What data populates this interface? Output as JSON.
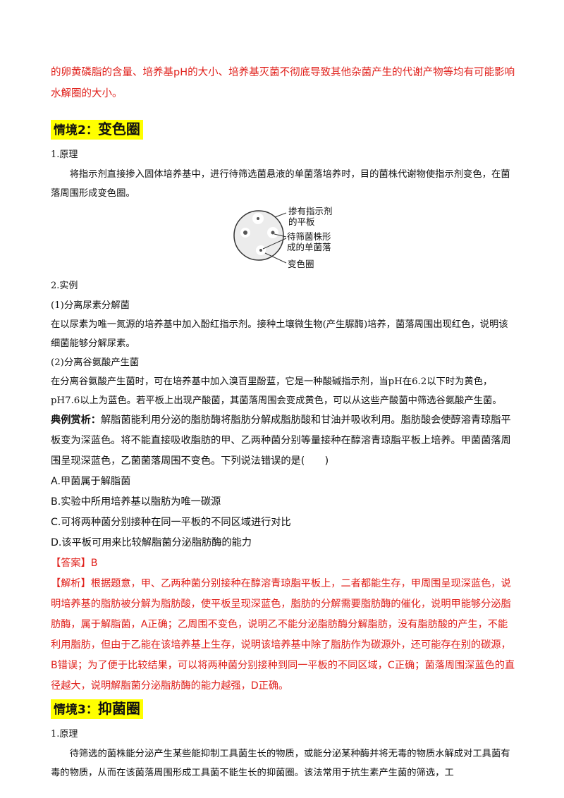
{
  "intro": "的卵黄磷脂的含量、培养基pH的大小、培养基灭菌不彻底导致其他杂菌产生的代谢产物等均有可能影响水解圈的大小。",
  "section2": {
    "title_prefix": "情境2：",
    "title_main": "变色圈",
    "principle_label": "1.原理",
    "principle_text": "将指示剂直接掺入固体培养基中，进行待筛选菌悬液的单菌落培养时，目的菌株代谢物使指示剂变色，在菌落周围形成变色圈。",
    "figure": {
      "label_plate_1": "掺有指示剂",
      "label_plate_2": "的平板",
      "label_colony_1": "待筛菌株形",
      "label_colony_2": "成的单菌落",
      "label_ring": "变色圈"
    },
    "example_label": "2.实例",
    "ex1_title": "(1)分离尿素分解菌",
    "ex1_text": "在以尿素为唯一氮源的培养基中加入酚红指示剂。接种土壤微生物(产生脲酶)培养，菌落周围出现红色，说明该细菌能够分解尿素。",
    "ex2_title": "(2)分离谷氨酸产生菌",
    "ex2_text": "在分离谷氨酸产生菌时，可在培养基中加入溴百里酚蓝，它是一种酸碱指示剂，当pH在6.2以下时为黄色，pH7.6以上为蓝色。若平板上出现产酸菌，其菌落周围会变成黄色，可以从这些产酸菌中筛选谷氨酸产生菌。",
    "question_lead": "典例赏析：",
    "question_text": "解脂菌能利用分泌的脂肪酶将脂肪分解成脂肪酸和甘油并吸收利用。脂肪酸会使醇溶青琼脂平板变为深蓝色。将不能直接吸收脂肪的甲、乙两种菌分别等量接种在醇溶青琼脂平板上培养。甲菌菌落周围呈现深蓝色，乙菌菌落周围不变色。下列说法错误的是(　　)",
    "options": [
      "A.甲菌属于解脂菌",
      "B.实验中所用培养基以脂肪为唯一碳源",
      "C.可将两种菌分别接种在同一平板的不同区域进行对比",
      "D.该平板可用来比较解脂菌分泌脂肪酶的能力"
    ],
    "answer": "【答案】B",
    "analysis": "【解析】根据题意，甲、乙两种菌分别接种在醇溶青琼脂平板上，二者都能生存，甲周围呈现深蓝色，说明培养基的脂肪被分解为脂肪酸，使平板呈现深蓝色，脂肪的分解需要脂肪酶的催化，说明甲能够分泌脂肪酶，属于解脂菌，A正确；乙周围不变色，说明乙不能分泌脂肪酶分解脂肪，没有脂肪酸的产生，不能利用脂肪，但由于乙能在该培养基上生存，说明该培养基中除了脂肪作为碳源外，还可能存在别的碳源，B错误；为了便于比较结果，可以将两种菌分别接种到同一平板的不同区域，C正确；菌落周围深蓝色的直径越大，说明解脂菌分泌脂肪酶的能力越强，D正确。"
  },
  "section3": {
    "title_prefix": "情境3：",
    "title_main": "抑菌圈",
    "principle_label": "1.原理",
    "principle_text": "待筛选的菌株能分泌产生某些能抑制工具菌生长的物质，或能分泌某种酶并将无毒的物质水解成对工具菌有毒的物质，从而在该菌落周围形成工具菌不能生长的抑菌圈。该法常用于抗生素产生菌的筛选，工"
  },
  "colors": {
    "accent_red": "#e0201b",
    "highlight": "#ffff00"
  }
}
